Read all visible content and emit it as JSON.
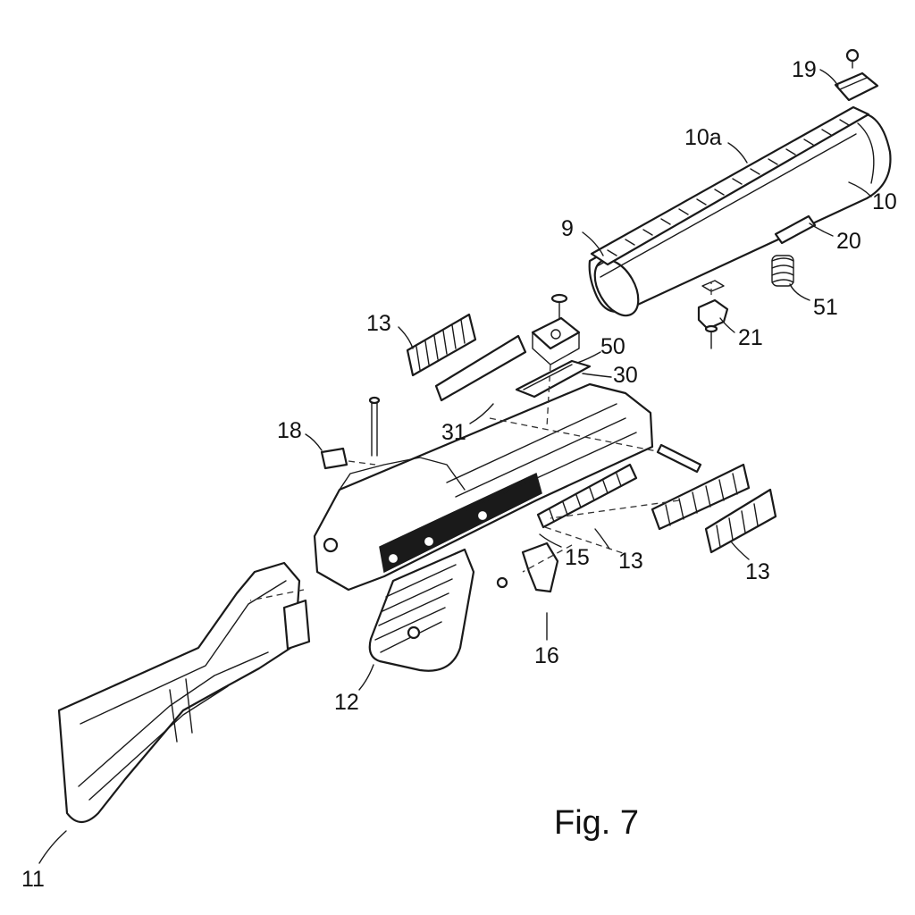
{
  "caption": "Fig. 7",
  "labels": {
    "l19": "19",
    "l10a": "10a",
    "l10": "10",
    "l9": "9",
    "l20": "20",
    "l51": "51",
    "l21": "21",
    "l13a": "13",
    "l50": "50",
    "l30": "30",
    "l31": "31",
    "l18": "18",
    "l15": "15",
    "l13b": "13",
    "l13c": "13",
    "l16": "16",
    "l12": "12",
    "l11": "11"
  }
}
